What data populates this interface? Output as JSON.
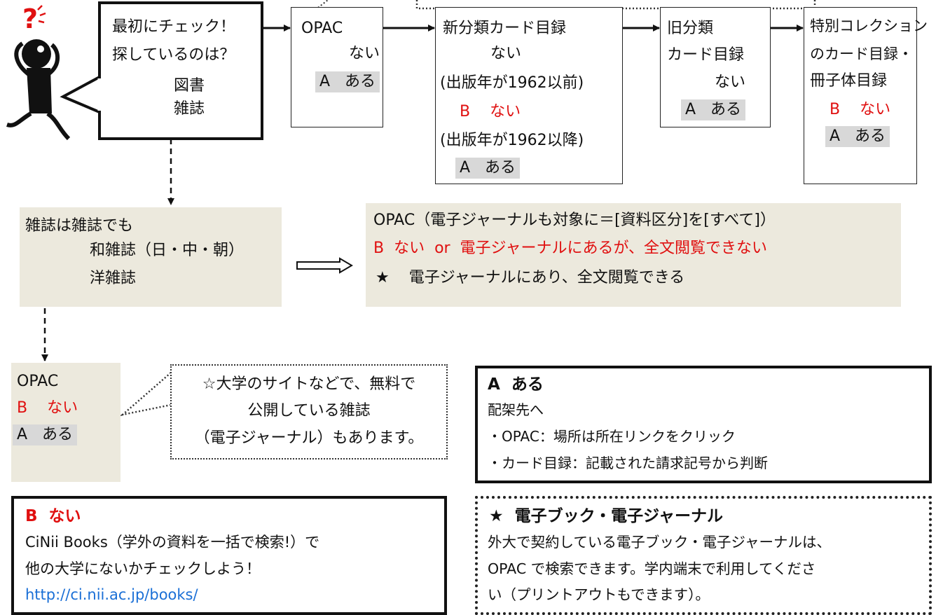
{
  "start_box": {
    "line1": "最初にチェック！",
    "line2": "探しているのは？",
    "legend_book": "図書",
    "legend_journal": "雑誌"
  },
  "opac_box": {
    "title": "OPAC",
    "no": "ない",
    "a_label": "A",
    "a_text": "ある"
  },
  "new_card_box": {
    "title": "新分類カード目録",
    "no": "ない",
    "note_before": "(出版年が1962以前)",
    "b_label": "B",
    "b_text": "ない",
    "note_after": "(出版年が1962以降)",
    "a_label": "A",
    "a_text": "ある"
  },
  "old_card_box": {
    "line1": "旧分類",
    "line2": "カード目録",
    "no": "ない",
    "a_label": "A",
    "a_text": "ある"
  },
  "special_box": {
    "line1": "特別コレクション",
    "line2": "のカード目録・",
    "line3": "冊子体目録",
    "b_label": "B",
    "b_text": "ない",
    "a_label": "A",
    "a_text": "ある"
  },
  "journal_type_box": {
    "line1": "雑誌は雑誌でも",
    "japanese": "和雑誌（日・中・朝）",
    "foreign": "洋雑誌"
  },
  "ejournal_box": {
    "line1": "OPAC（電子ジャーナルも対象に＝[資料区分]を[すべて]）",
    "line2": "B  ない  or  電子ジャーナルにあるが、全文閲覧できない",
    "line3_star": "★",
    "line3_text": "電子ジャーナルにあり、全文閲覧できる"
  },
  "opac_journal_box": {
    "title": "OPAC",
    "b_label": "B",
    "b_text": "ない",
    "a_label": "A",
    "a_text": "ある"
  },
  "callout_box": {
    "line1": "☆大学のサイトなどで、無料で",
    "line2": "公開している雑誌",
    "line3": "（電子ジャーナル）もあります。"
  },
  "a_info_box": {
    "heading": "A  ある",
    "line1": "配架先へ",
    "line2": "・OPAC：場所は所在リンクをクリック",
    "line3": "・カード目録：記載された請求記号から判断"
  },
  "b_info_box": {
    "heading": "B  ない",
    "line1": "CiNii Books（学外の資料を一括で検索!）で",
    "line2": "他の大学にないかチェックしよう！",
    "link": "http://ci.nii.ac.jp/books/"
  },
  "ebook_box": {
    "heading": "★  電子ブック・電子ジャーナル",
    "line1": "外大で契約している電子ブック・電子ジャーナルは、",
    "line2": "OPAC で検索できます。学内端末で利用してくださ",
    "line3": "い（プリントアウトもできます）。"
  },
  "colors": {
    "red": "#e01010",
    "beige": "#ece9dd",
    "gray_highlight": "#d8d8d8",
    "link": "#1a6fd6"
  },
  "icons": [
    "thinking-person-icon",
    "question-mark-icon"
  ]
}
